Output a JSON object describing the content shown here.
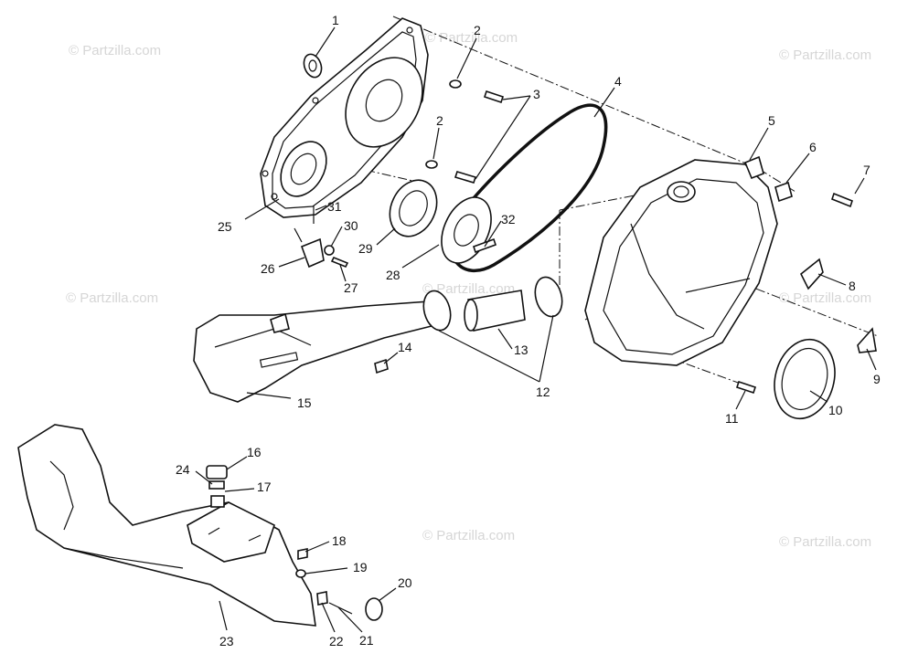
{
  "watermark": {
    "text": "© Partzilla.com"
  },
  "callouts": [
    {
      "id": "c1",
      "text": "1"
    },
    {
      "id": "c2a",
      "text": "2"
    },
    {
      "id": "c2b",
      "text": "2"
    },
    {
      "id": "c3",
      "text": "3"
    },
    {
      "id": "c4",
      "text": "4"
    },
    {
      "id": "c5",
      "text": "5"
    },
    {
      "id": "c6",
      "text": "6"
    },
    {
      "id": "c7",
      "text": "7"
    },
    {
      "id": "c8",
      "text": "8"
    },
    {
      "id": "c9",
      "text": "9"
    },
    {
      "id": "c10",
      "text": "10"
    },
    {
      "id": "c11",
      "text": "11"
    },
    {
      "id": "c12",
      "text": "12"
    },
    {
      "id": "c13",
      "text": "13"
    },
    {
      "id": "c14",
      "text": "14"
    },
    {
      "id": "c15",
      "text": "15"
    },
    {
      "id": "c16",
      "text": "16"
    },
    {
      "id": "c17",
      "text": "17"
    },
    {
      "id": "c18",
      "text": "18"
    },
    {
      "id": "c19",
      "text": "19"
    },
    {
      "id": "c20",
      "text": "20"
    },
    {
      "id": "c21",
      "text": "21"
    },
    {
      "id": "c22",
      "text": "22"
    },
    {
      "id": "c23",
      "text": "23"
    },
    {
      "id": "c24",
      "text": "24"
    },
    {
      "id": "c25",
      "text": "25"
    },
    {
      "id": "c26",
      "text": "26"
    },
    {
      "id": "c27",
      "text": "27"
    },
    {
      "id": "c28",
      "text": "28"
    },
    {
      "id": "c29",
      "text": "29"
    },
    {
      "id": "c30",
      "text": "30"
    },
    {
      "id": "c31",
      "text": "31"
    },
    {
      "id": "c32",
      "text": "32"
    }
  ]
}
